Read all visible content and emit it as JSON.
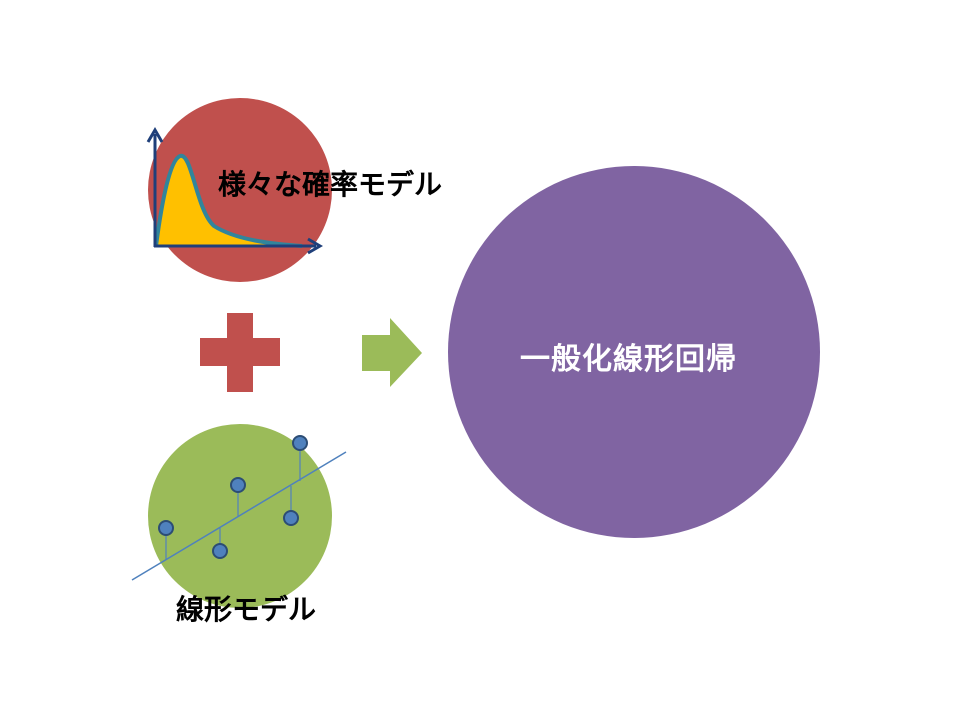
{
  "labels": {
    "probability_models": "様々な確率モデル",
    "linear_model": "線形モデル",
    "glm": "一般化線形回帰"
  },
  "colors": {
    "background": "#ffffff",
    "red_circle": "#c0504d",
    "green_circle": "#9bbb59",
    "purple_circle": "#8064a2",
    "plus_sign": "#c0504d",
    "arrow": "#9bbb59",
    "axis": "#1f3f7a",
    "density_fill": "#ffc000",
    "density_line": "#31859c",
    "regression_line": "#4f81bd",
    "point_fill": "#4f81bd",
    "point_stroke": "#2c4d75"
  },
  "icons": {
    "plus": "plus-sign-icon",
    "arrow": "right-arrow-icon"
  }
}
